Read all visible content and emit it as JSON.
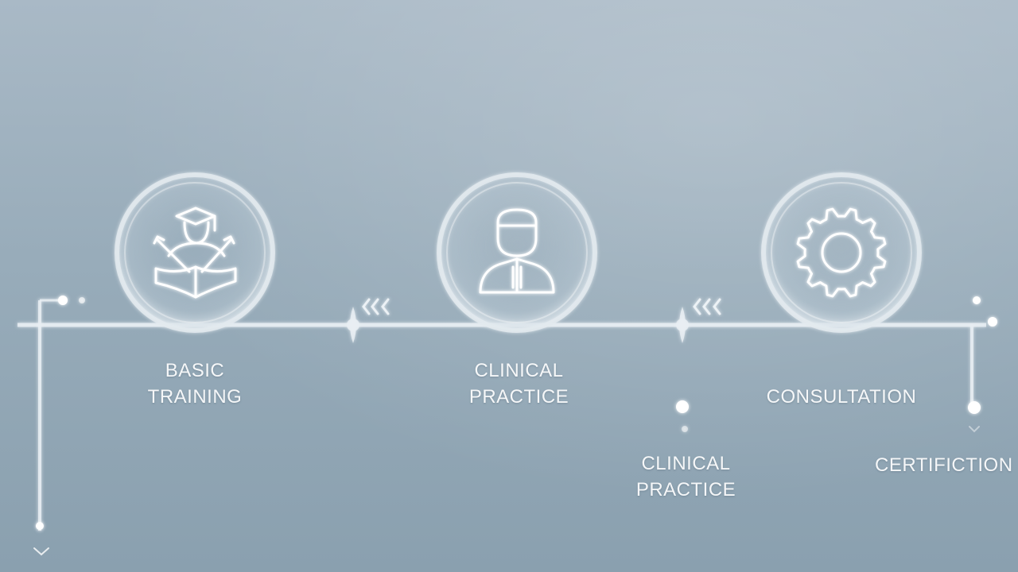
{
  "steps": [
    {
      "id": "basic-training",
      "line1": "BASIC",
      "line2": "TRAINING",
      "icon": "graduate-icon"
    },
    {
      "id": "clinical-practice",
      "line1": "CLINICAL",
      "line2": "PRACTICE",
      "icon": "doctor-icon"
    },
    {
      "id": "consultation",
      "line1": "CONSULTATION",
      "line2": "",
      "icon": "gear-icon"
    }
  ],
  "extra_labels": {
    "clinical_practice_2": {
      "line1": "CLINICAL",
      "line2": "PRACTICE"
    },
    "certification": {
      "line1": "CERTIFICTION"
    }
  },
  "colors": {
    "line": "#e8eef2",
    "ring": "#dde6ec",
    "icon": "#ffffff",
    "background_top": "#a9b9c6",
    "background_bottom": "#8aa0af"
  }
}
